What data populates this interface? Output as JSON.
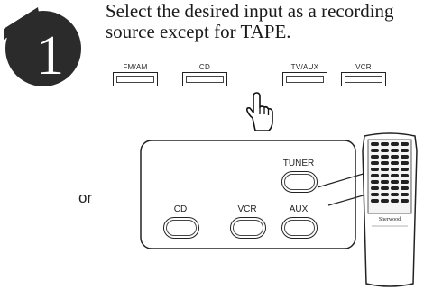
{
  "step": {
    "number": "1"
  },
  "instruction": {
    "line1": "Select the desired input as a recording",
    "line2": "source except for TAPE."
  },
  "unit_buttons": [
    {
      "label": "FM/AM"
    },
    {
      "label": "CD"
    },
    {
      "label": "TV/AUX"
    },
    {
      "label": "VCR"
    }
  ],
  "connector_word": "or",
  "remote_panel": {
    "buttons": [
      {
        "label": "TUNER"
      },
      {
        "label": "CD"
      },
      {
        "label": "VCR"
      },
      {
        "label": "AUX"
      }
    ]
  },
  "remote": {
    "brand": "Sherwood"
  },
  "icons": {
    "pointer": "hand-pointer-icon"
  }
}
